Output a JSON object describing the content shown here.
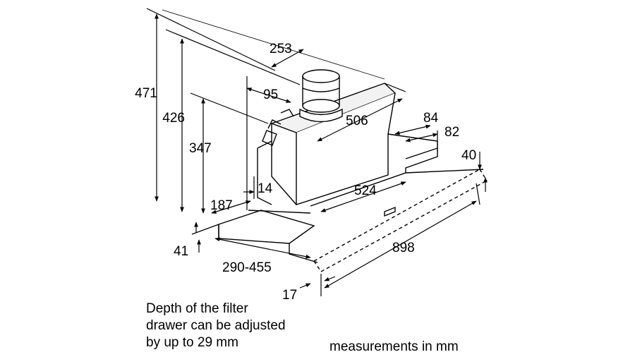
{
  "dimensions": {
    "overall_height": "471",
    "height_426": "426",
    "height_347": "347",
    "depth_253": "253",
    "offset_95": "95",
    "body_width": "506",
    "width_84": "84",
    "width_82": "82",
    "front_40": "40",
    "offset_14": "14",
    "depth_187": "187",
    "front_41": "41",
    "width_524": "524",
    "overall_width": "898",
    "drawer_range": "290-455",
    "offset_17": "17"
  },
  "notes": {
    "drawer_line1": "Depth of the filter",
    "drawer_line2": "drawer can be adjusted",
    "drawer_line3": "by up to 29 mm",
    "units": "measurements in mm"
  }
}
